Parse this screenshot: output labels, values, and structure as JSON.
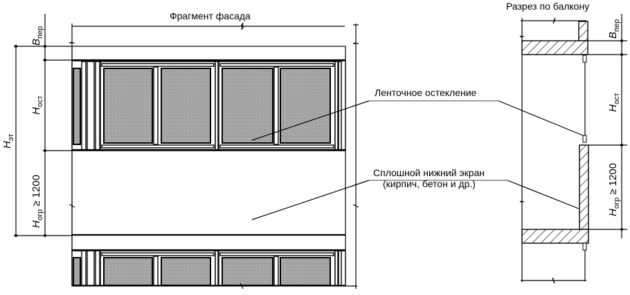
{
  "diagram": {
    "facade": {
      "title": "Фрагмент фасада",
      "windows_upper_count": 4,
      "windows_lower_count": 4
    },
    "section": {
      "title": "Разрез по балкону"
    },
    "callouts": {
      "glazing": "Ленточное остекление",
      "screen_line1": "Сплошной нижний экран",
      "screen_line2": "(кирпич, бетон и др.)"
    },
    "dimensions": {
      "b_slab": {
        "main": "B",
        "sub": "пер"
      },
      "h_glazing": {
        "main": "H",
        "sub": "ост"
      },
      "h_floor": {
        "main": "H",
        "sub": "эт"
      },
      "h_barrier": {
        "main": "H",
        "sub": "огр",
        "suffix": " ≥ 1200"
      }
    },
    "colors": {
      "line": "#000000",
      "background": "#ffffff",
      "glass": "#a8a8a8"
    }
  }
}
